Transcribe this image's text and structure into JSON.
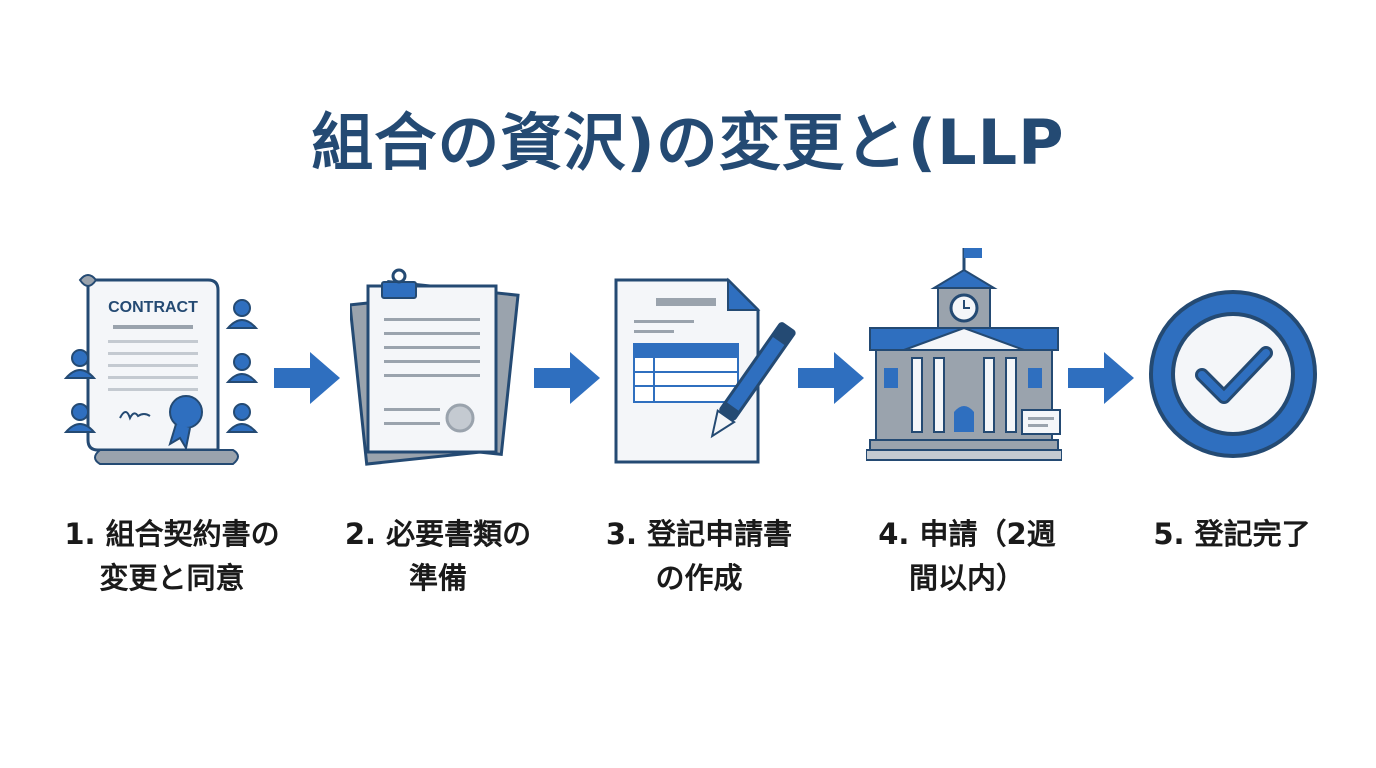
{
  "title": "組合の資沢)の変更と(LLP",
  "steps": [
    {
      "line1": "1. 組合契約書の",
      "line2": "変更と同意",
      "icon": "contract-icon",
      "contract_word": "CONTRACT"
    },
    {
      "line1": "2. 必要書類の",
      "line2": "準備",
      "icon": "documents-icon"
    },
    {
      "line1": "3. 登記申請書",
      "line2": "の作成",
      "icon": "form-pen-icon"
    },
    {
      "line1": "4. 申請（2週",
      "line2": "間以内）",
      "icon": "government-building-icon"
    },
    {
      "line1": "5. 登記完了",
      "line2": "",
      "icon": "check-circle-icon"
    }
  ],
  "colors": {
    "title": "#244a73",
    "accent": "#2f6fbf",
    "navy": "#244a73",
    "gray": "#9aa3ad"
  }
}
